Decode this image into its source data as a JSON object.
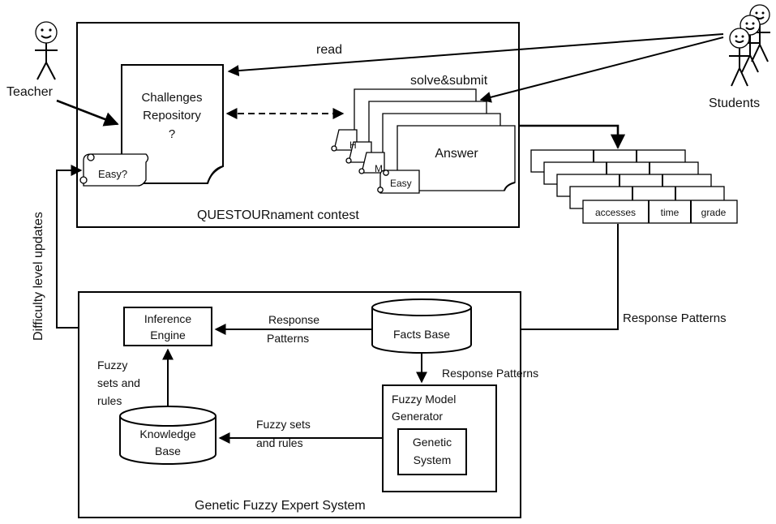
{
  "actors": {
    "teacher": "Teacher",
    "students": "Students"
  },
  "contest": {
    "title": "QUESTOURnament contest",
    "repository": [
      "Challenges",
      "Repository",
      "?"
    ],
    "easy_scroll": "Easy?",
    "answer": "Answer",
    "answer_easy": "Easy",
    "partial_labels": [
      "M",
      "H"
    ]
  },
  "edges": {
    "read": "read",
    "solve_submit": "solve&submit",
    "difficulty": "Difficulty level updates",
    "response_patterns_outer": "Response Patterns",
    "response_patterns_left": [
      "Response",
      "Patterns"
    ],
    "response_patterns_down": "Response Patterns",
    "fuzzy_left": [
      "Fuzzy",
      "sets and",
      "rules"
    ],
    "fuzzy_kb": [
      "Fuzzy sets",
      "and rules"
    ]
  },
  "table": {
    "columns": [
      "accesses",
      "time",
      "grade"
    ]
  },
  "expert": {
    "title": "Genetic Fuzzy Expert System",
    "inference": [
      "Inference",
      "Engine"
    ],
    "facts": "Facts Base",
    "knowledge": [
      "Knowledge",
      "Base"
    ],
    "generator": [
      "Fuzzy Model",
      "Generator"
    ],
    "genetic": [
      "Genetic",
      "System"
    ]
  }
}
